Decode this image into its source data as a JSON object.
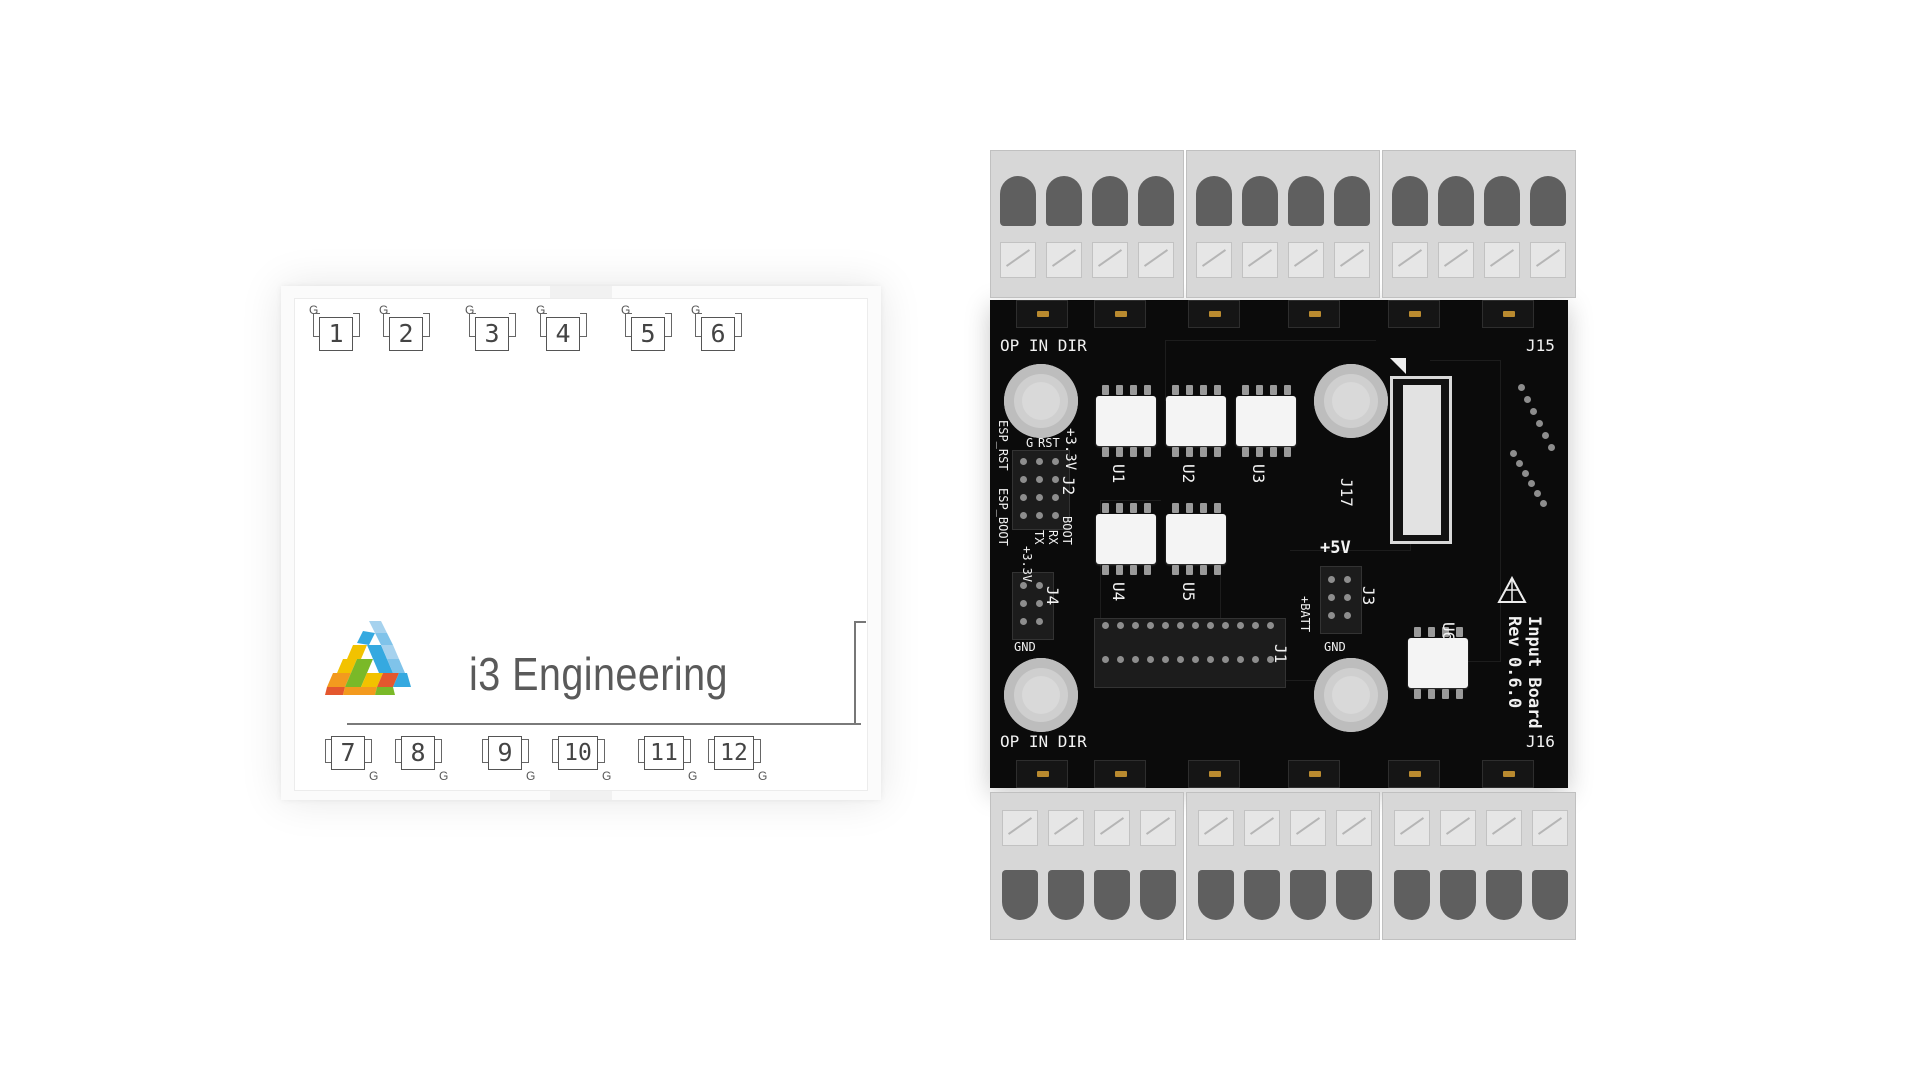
{
  "enclosure": {
    "top_terminals": [
      "1",
      "2",
      "3",
      "4",
      "5",
      "6"
    ],
    "bottom_terminals": [
      "7",
      "8",
      "9",
      "10",
      "11",
      "12"
    ],
    "ground_label": "G",
    "brand": "i3 Engineering",
    "logo_colors": [
      "#f2c200",
      "#7ab928",
      "#35a9e0",
      "#e4572e",
      "#a6d2ee"
    ]
  },
  "pcb": {
    "top_header_label": "OP IN DIR",
    "bottom_header_label": "OP IN DIR",
    "j15": "J15",
    "j16": "J16",
    "u1": "U1",
    "u2": "U2",
    "u3": "U3",
    "u4": "U4",
    "u5": "U5",
    "u6": "U6",
    "j1": "J1",
    "j2": "J2",
    "j3": "J3",
    "j4": "J4",
    "j17": "J17",
    "plus33v": "+3.3V",
    "g": "G",
    "rst": "RST",
    "esp_rst": "ESP_RST",
    "esp_boot": "ESP_BOOT",
    "rx": "RX",
    "tx": "TX",
    "boot": "BOOT",
    "plus33v_j4": "+3.3V",
    "gnd_j4": "GND",
    "plus5v": "+5V",
    "plus_batt": "+BATT",
    "gnd_j3": "GND",
    "board_name": "Input Board",
    "revision": "Rev 0.6.0",
    "copper_color": "#b98a2f"
  }
}
